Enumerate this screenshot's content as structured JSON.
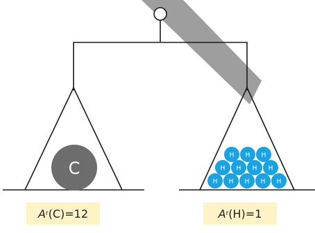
{
  "balance": {
    "left_pan": {
      "atom_symbol": "C",
      "atom_count": 1,
      "label": {
        "prefix": "A",
        "sub": "r",
        "rest": "(C)=12"
      }
    },
    "right_pan": {
      "atom_symbol": "H",
      "atom_count": 12,
      "label": {
        "prefix": "A",
        "sub": "r",
        "rest": "(H)=1"
      }
    }
  },
  "colors": {
    "line": "#1a1a1a",
    "pointer": "#999999",
    "carbon": "#6d6d6d",
    "hydrogen": "#1aa3e0",
    "label_bg": "#fdf3c6"
  }
}
